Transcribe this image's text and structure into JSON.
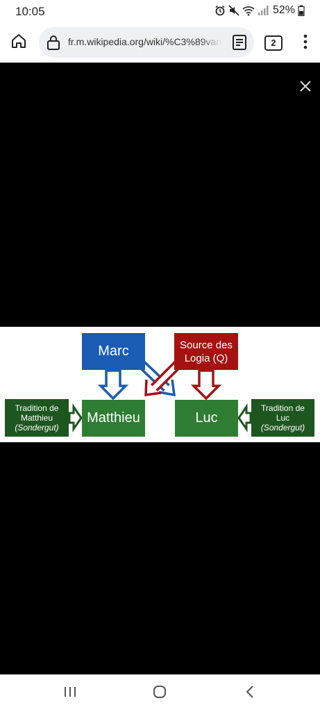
{
  "status_bar": {
    "time": "10:05",
    "battery": "52%",
    "icons": [
      "alarm-icon",
      "mute-icon",
      "wifi-icon",
      "signal-icon",
      "battery-icon"
    ]
  },
  "browser": {
    "url": "fr.m.wikipedia.org/wiki/%C3%89vangile",
    "tab_count": "2",
    "icons": [
      "home-icon",
      "lock-icon",
      "reader-mode-icon",
      "tabs-icon",
      "more-vert-icon"
    ]
  },
  "viewer": {
    "icons": [
      "close-icon"
    ],
    "diagram": {
      "boxes": {
        "marc": "Marc",
        "logia_line1": "Source des",
        "logia_line2": "Logia (Q)",
        "matthieu": "Matthieu",
        "luc": "Luc",
        "trad_left_line1": "Tradition de",
        "trad_left_line2": "Matthieu",
        "trad_left_line3": "(Sondergut)",
        "trad_right_line1": "Tradition de",
        "trad_right_line2": "Luc",
        "trad_right_line3": "(Sondergut)"
      },
      "colors": {
        "marc": "#1a5cb3",
        "logia": "#a61111",
        "gospel": "#2e7d32",
        "tradition": "#1e5620"
      }
    }
  },
  "nav_bar": {
    "icons": [
      "recent-apps-icon",
      "home-circle-icon",
      "back-icon"
    ]
  }
}
